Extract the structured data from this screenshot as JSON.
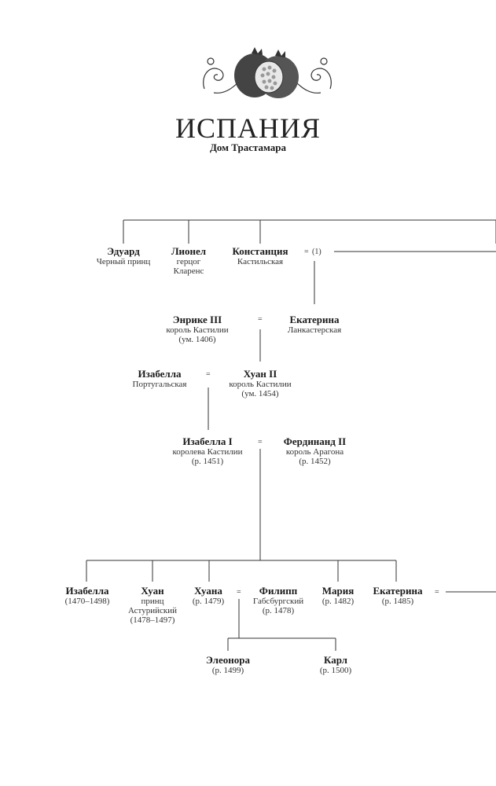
{
  "header": {
    "title": "ИСПАНИЯ",
    "subtitle": "Дом Трастамара",
    "emblem_icon": "pomegranate-emblem-icon"
  },
  "marriage_sign": "=",
  "marriage_note": "(1)",
  "people": {
    "eduard": {
      "name": "Эдуард",
      "lines": [
        "Черный принц"
      ]
    },
    "lionel": {
      "name": "Лионел",
      "lines": [
        "герцог",
        "Кларенс"
      ]
    },
    "constance": {
      "name": "Констанция",
      "lines": [
        "Кастильская"
      ]
    },
    "enrique": {
      "name": "Энрике III",
      "lines": [
        "король Кастилии",
        "(ум. 1406)"
      ]
    },
    "ekaterina_l": {
      "name": "Екатерина",
      "lines": [
        "Ланкастерская"
      ]
    },
    "isabella_p": {
      "name": "Изабелла",
      "lines": [
        "Португальская"
      ]
    },
    "juan2": {
      "name": "Хуан II",
      "lines": [
        "король Кастилии",
        "(ум. 1454)"
      ]
    },
    "isabella1": {
      "name": "Изабелла I",
      "lines": [
        "королева Кастилии",
        "(р. 1451)"
      ]
    },
    "ferdinand": {
      "name": "Фердинанд II",
      "lines": [
        "король Арагона",
        "(р. 1452)"
      ]
    },
    "isabella_c": {
      "name": "Изабелла",
      "lines": [
        "(1470–1498)"
      ]
    },
    "juan_c": {
      "name": "Хуан",
      "lines": [
        "принц",
        "Астурийский",
        "(1478–1497)"
      ]
    },
    "juana": {
      "name": "Хуана",
      "lines": [
        "(р. 1479)"
      ]
    },
    "philipp": {
      "name": "Филипп",
      "lines": [
        "Габсбургский",
        "(р. 1478)"
      ]
    },
    "maria": {
      "name": "Мария",
      "lines": [
        "(р. 1482)"
      ]
    },
    "ekaterina_c": {
      "name": "Екатерина",
      "lines": [
        "(р. 1485)"
      ]
    },
    "eleonora": {
      "name": "Элеонора",
      "lines": [
        "(р. 1499)"
      ]
    },
    "karl": {
      "name": "Карл",
      "lines": [
        "(р. 1500)"
      ]
    }
  }
}
